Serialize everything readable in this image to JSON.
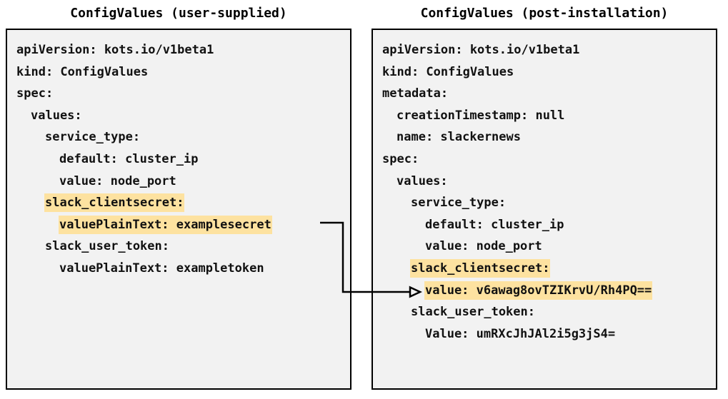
{
  "figure": {
    "background_color": "#ffffff",
    "panel_background_color": "#f2f2f2",
    "panel_border_color": "#000000",
    "highlight_color": "#fde2a0",
    "text_color": "#111111",
    "connector_color": "#000000"
  },
  "panels": {
    "left": {
      "title": "ConfigValues (user-supplied)",
      "lines": [
        {
          "text": "apiVersion: kots.io/v1beta1",
          "indent": 0,
          "highlight": false
        },
        {
          "text": "kind: ConfigValues",
          "indent": 0,
          "highlight": false
        },
        {
          "text": "spec:",
          "indent": 0,
          "highlight": false
        },
        {
          "text": "values:",
          "indent": 1,
          "highlight": false
        },
        {
          "text": "service_type:",
          "indent": 2,
          "highlight": false
        },
        {
          "text": "default: cluster_ip",
          "indent": 3,
          "highlight": false
        },
        {
          "text": "value: node_port",
          "indent": 3,
          "highlight": false
        },
        {
          "text": "slack_clientsecret:",
          "indent": 2,
          "highlight": true
        },
        {
          "text": "valuePlainText: examplesecret",
          "indent": 3,
          "highlight": true
        },
        {
          "text": "slack_user_token:",
          "indent": 2,
          "highlight": false
        },
        {
          "text": "valuePlainText: exampletoken",
          "indent": 3,
          "highlight": false
        }
      ]
    },
    "right": {
      "title": "ConfigValues (post-installation)",
      "lines": [
        {
          "text": "apiVersion: kots.io/v1beta1",
          "indent": 0,
          "highlight": false
        },
        {
          "text": "kind: ConfigValues",
          "indent": 0,
          "highlight": false
        },
        {
          "text": "metadata:",
          "indent": 0,
          "highlight": false
        },
        {
          "text": "creationTimestamp: null",
          "indent": 1,
          "highlight": false
        },
        {
          "text": "name: slackernews",
          "indent": 1,
          "highlight": false
        },
        {
          "text": "spec:",
          "indent": 0,
          "highlight": false
        },
        {
          "text": "values:",
          "indent": 1,
          "highlight": false
        },
        {
          "text": "service_type:",
          "indent": 2,
          "highlight": false
        },
        {
          "text": "default: cluster_ip",
          "indent": 3,
          "highlight": false
        },
        {
          "text": "value: node_port",
          "indent": 3,
          "highlight": false
        },
        {
          "text": "slack_clientsecret:",
          "indent": 2,
          "highlight": true
        },
        {
          "text": "value: v6awag8ovTZIKrvU/Rh4PQ==",
          "indent": 3,
          "highlight": true
        },
        {
          "text": "slack_user_token:",
          "indent": 2,
          "highlight": false
        },
        {
          "text": "Value: umRXcJhJAl2i5g3jS4=",
          "indent": 3,
          "highlight": false
        }
      ]
    }
  },
  "connector": {
    "label": "transform-arrow",
    "from": "left.valuePlainText: examplesecret",
    "to": "right.value: v6awag8ovTZIKrvU/Rh4PQ=="
  }
}
